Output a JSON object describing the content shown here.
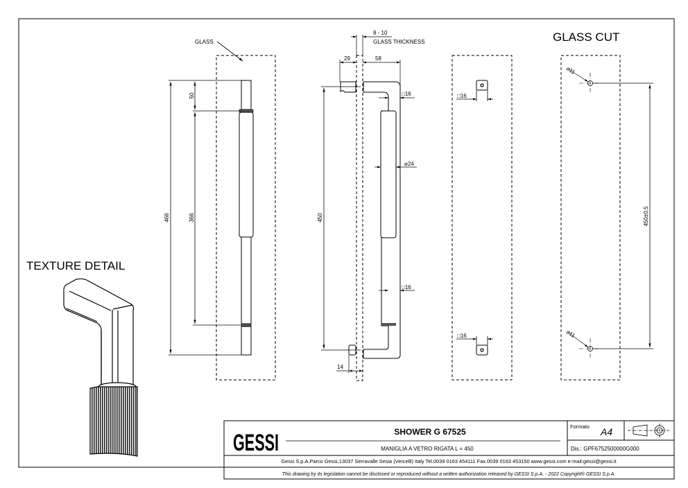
{
  "drawing": {
    "headings": {
      "texture_detail": "TEXTURE DETAIL",
      "glass_cut": "GLASS CUT"
    },
    "labels": {
      "glass": "GLASS",
      "glass_thickness_value": "8 - 10",
      "glass_thickness": "GLASS THICKNESS"
    },
    "front_view": {
      "overall_height": "466",
      "top_offset": "50",
      "grip_length": "366"
    },
    "side_view": {
      "fixing_distance": "450",
      "inner_depth": "29",
      "outer_depth": "58",
      "square_section_top": "□16",
      "grip_diameter": "⌀24",
      "square_section_bottom": "□16",
      "spacer_width": "14"
    },
    "mount_view": {
      "square_top": "□16",
      "square_bottom": "□16"
    },
    "glass_cut_view": {
      "hole_top": "⌀11",
      "hole_bottom": "⌀11",
      "hole_distance": "450±0,5"
    }
  },
  "title_block": {
    "logo": "GESSI",
    "product_title": "SHOWER G 67525",
    "product_description": "MANIGLIA A VETRO RIGATA L = 450",
    "format_label": "Formato",
    "format_value": "A4",
    "drawing_number": "Dis.: GPF6752500000G000",
    "company_info": "Gessi S.p.A.Parco Gessi,13037 Serravalle Sesia (Vercelli) Italy Tel.0039 0163 454111 Fax.0039 0163 453150 www.gessi.com e-mail:gessi@gessi.it",
    "disclaimer": "This drawing by its legislation cannot be disclosed or reproduced without a written authorization released by GESSI S.p.A. - 2022 Copyright® GESSI S.p.A."
  }
}
